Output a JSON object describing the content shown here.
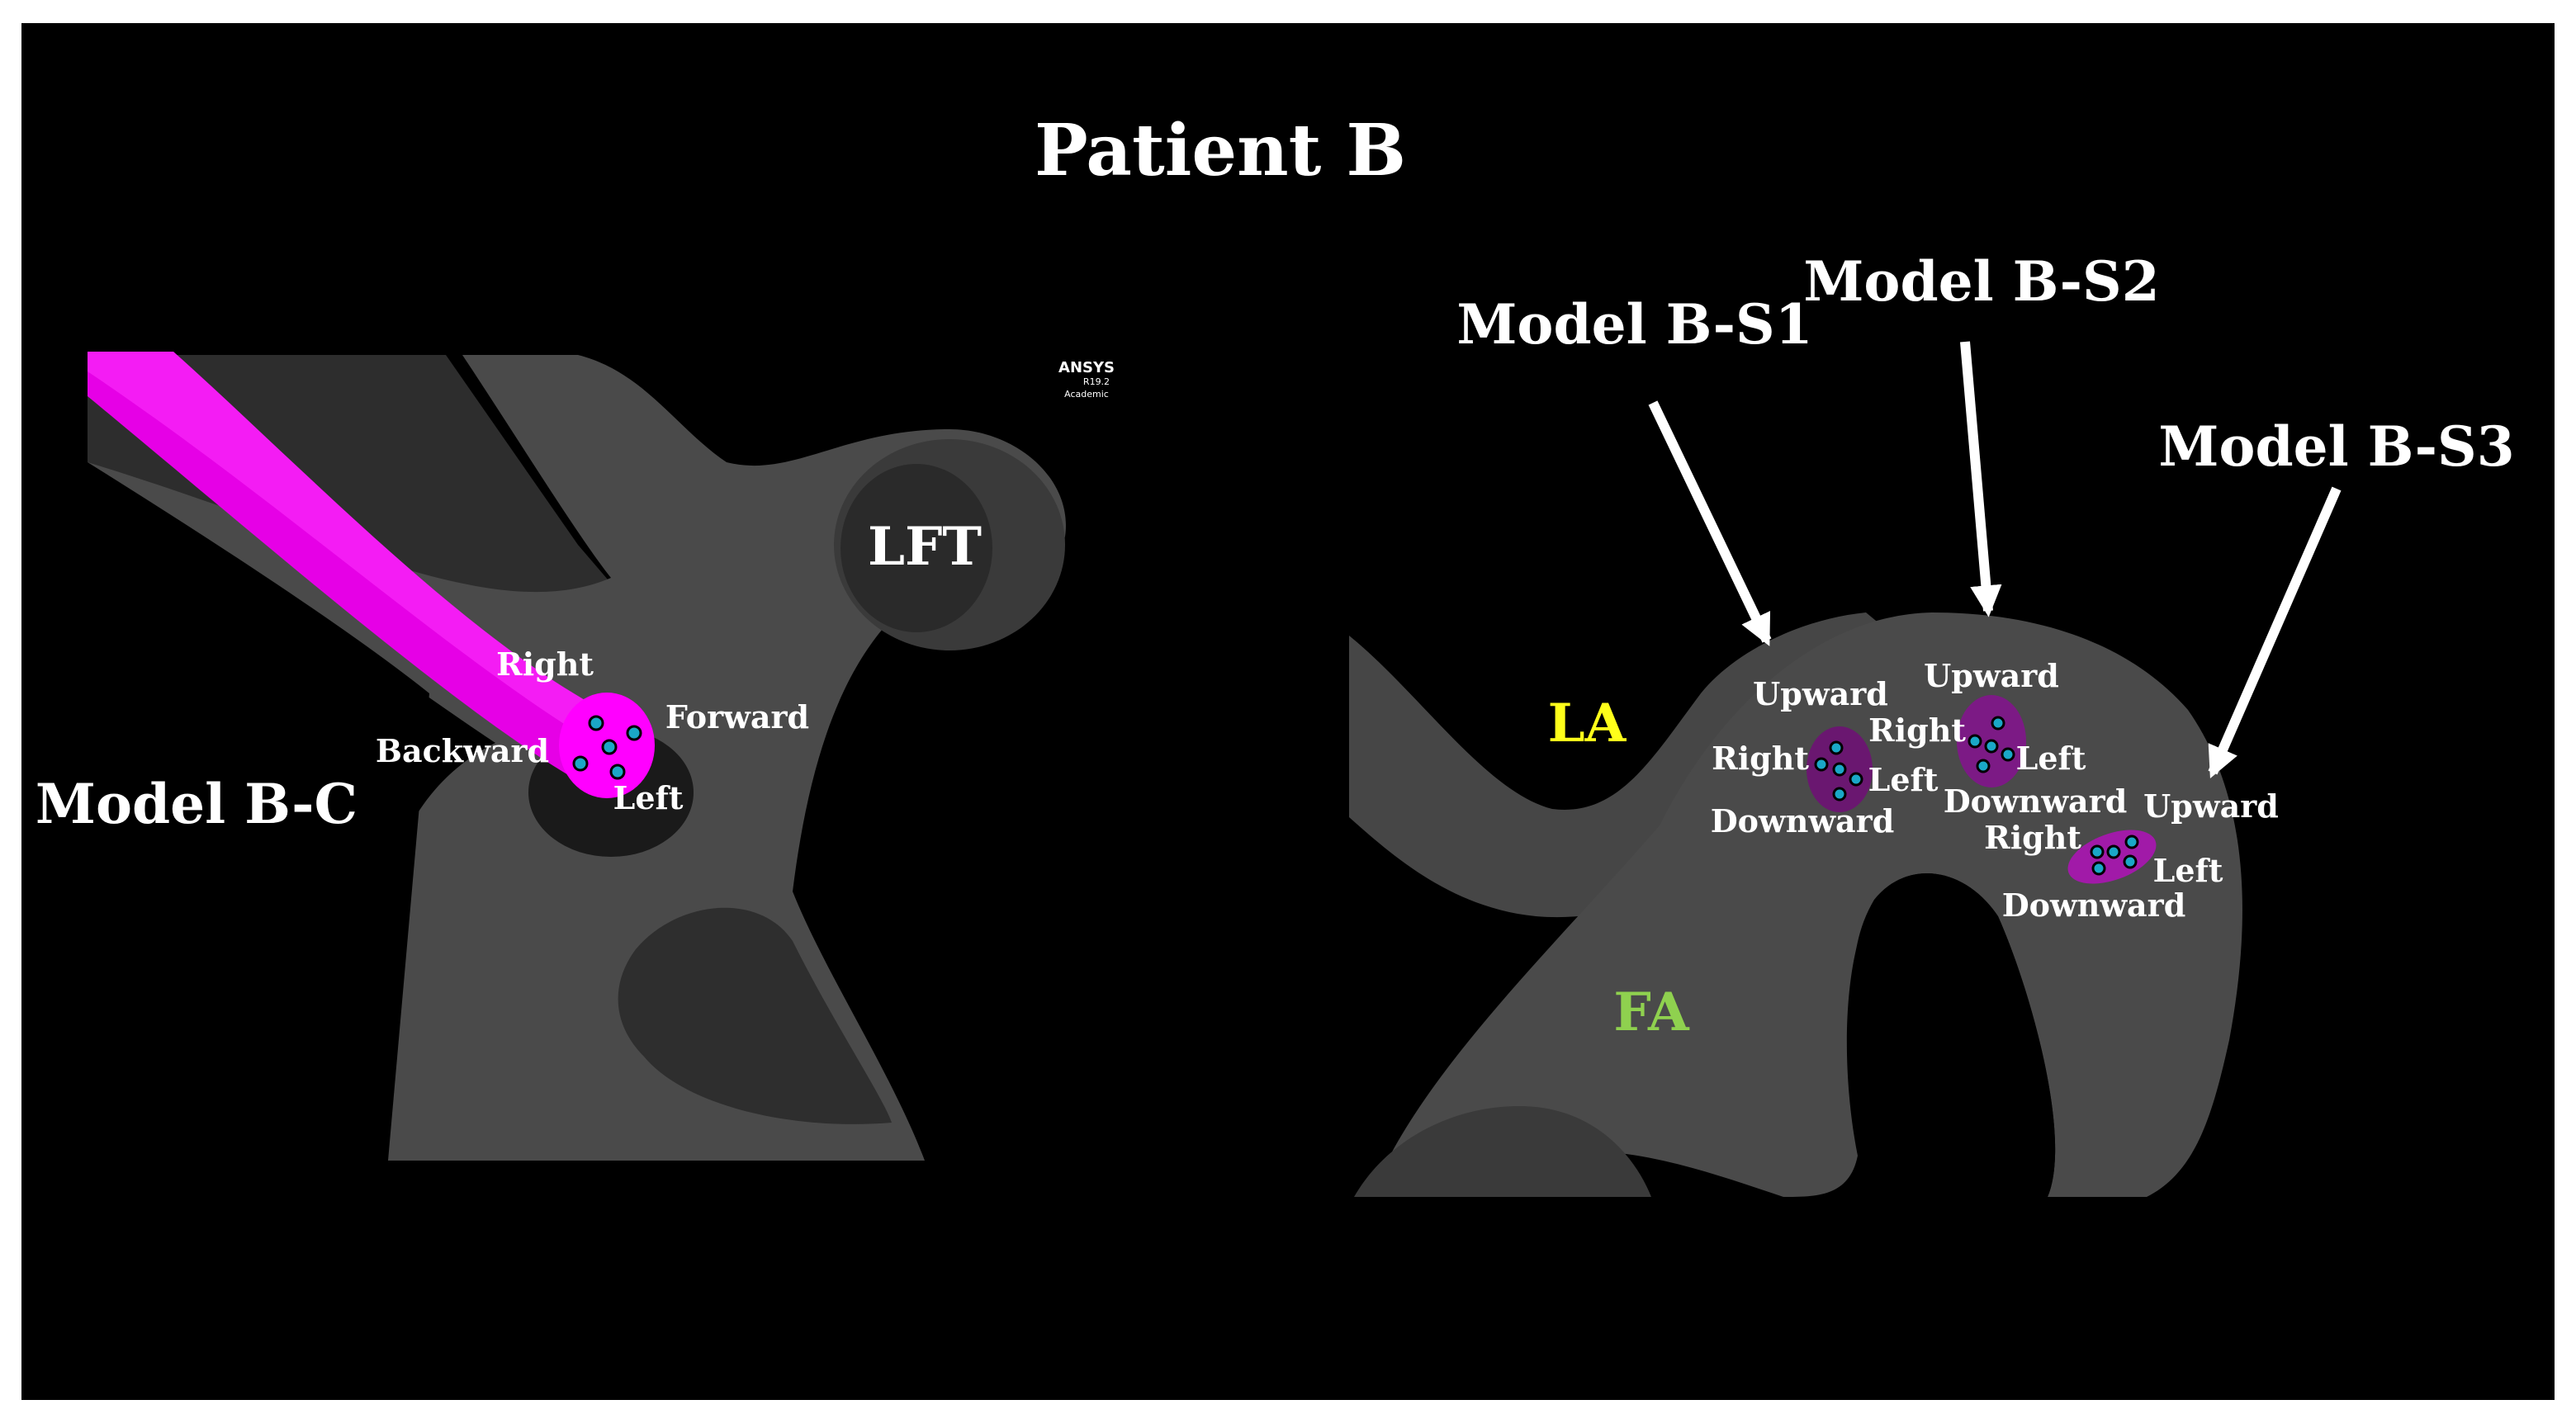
{
  "title": "Patient B",
  "colors": {
    "background": "#000000",
    "vessel": "#4a4a4a",
    "catheter": "#ff00ff",
    "inlet_dark": "#6a1770",
    "inlet_bright": "#a11aa8",
    "marker": "#1aa7c7",
    "label_la": "#ffff1a",
    "label_fa": "#8fd14f"
  },
  "watermark": {
    "brand": "ANSYS",
    "version": "R19.2",
    "edition": "Academic"
  },
  "left_panel": {
    "model_label": "Model B-C",
    "vessel_label": "LFT",
    "directions": {
      "right": "Right",
      "backward": "Backward",
      "forward": "Forward",
      "left": "Left"
    }
  },
  "right_panel": {
    "vessel_labels": {
      "la": "LA",
      "fa": "FA"
    },
    "models": [
      {
        "label": "Model B-S1",
        "directions": {
          "upward": "Upward",
          "right": "Right",
          "left": "Left",
          "downward": "Downward"
        }
      },
      {
        "label": "Model B-S2",
        "directions": {
          "upward": "Upward",
          "right": "Right",
          "left": "Left",
          "downward": "Downward"
        }
      },
      {
        "label": "Model B-S3",
        "directions": {
          "upward": "Upward",
          "right": "Right",
          "left": "Left",
          "downward": "Downward"
        }
      }
    ]
  }
}
